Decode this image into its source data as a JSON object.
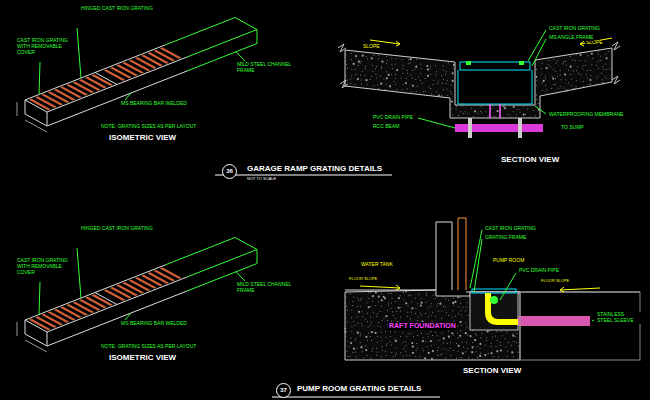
{
  "diagram": {
    "labels": [
      "HINGED CAST IRON GRATING",
      "CAST IRON GRATING WITH REMOVABLE COVER",
      "MILD STEEL CHANNEL FRAME",
      "MS BEARING BAR WELDED",
      "NOTE: GRATING SIZES AS PER LAYOUT",
      "ISOMETRIC VIEW",
      "SLOPE",
      "SLOPE",
      "CAST IRON GRATING",
      "MS ANGLE FRAME",
      "PVC DRAIN PIPE",
      "RCC BEAM",
      "WATERPROOFING MEMBRANE",
      "TO SUMP",
      "SECTION VIEW",
      "36",
      "GARAGE RAMP GRATING DETAILS",
      "NOT TO SCALE",
      "HINGED CAST IRON GRATING",
      "CAST IRON GRATING WITH REMOVABLE COVER",
      "MILD STEEL CHANNEL FRAME",
      "MS BEARING BAR WELDED",
      "NOTE: GRATING SIZES AS PER LAYOUT",
      "ISOMETRIC VIEW",
      "WATER TANK",
      "PUMP ROOM",
      "FLOOR SLOPE",
      "FLOOR SLOPE",
      "RAFT FOUNDATION",
      "CAST IRON GRATING",
      "GRATING FRAME",
      "PVC DRAIN PIPE",
      "STAINLESS STEEL SLEEVE",
      "SECTION VIEW",
      "37",
      "PUMP ROOM GRATING DETAILS"
    ]
  }
}
